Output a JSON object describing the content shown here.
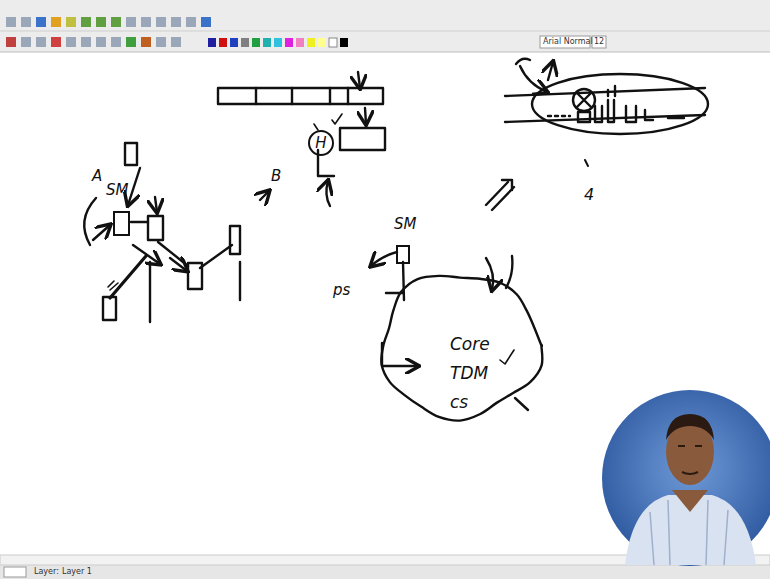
{
  "diagram": {
    "nodes": [
      {
        "text": [
          "SM"
        ]
      },
      {
        "text": [
          "H"
        ]
      },
      {
        "text": [
          "SM"
        ]
      },
      {
        "text": [
          "Core TDM cs"
        ]
      }
    ],
    "labels": [
      "A",
      "B",
      "ps",
      "4",
      "Arial Normal",
      "12",
      "Layer:",
      "Layer 1"
    ]
  }
}
